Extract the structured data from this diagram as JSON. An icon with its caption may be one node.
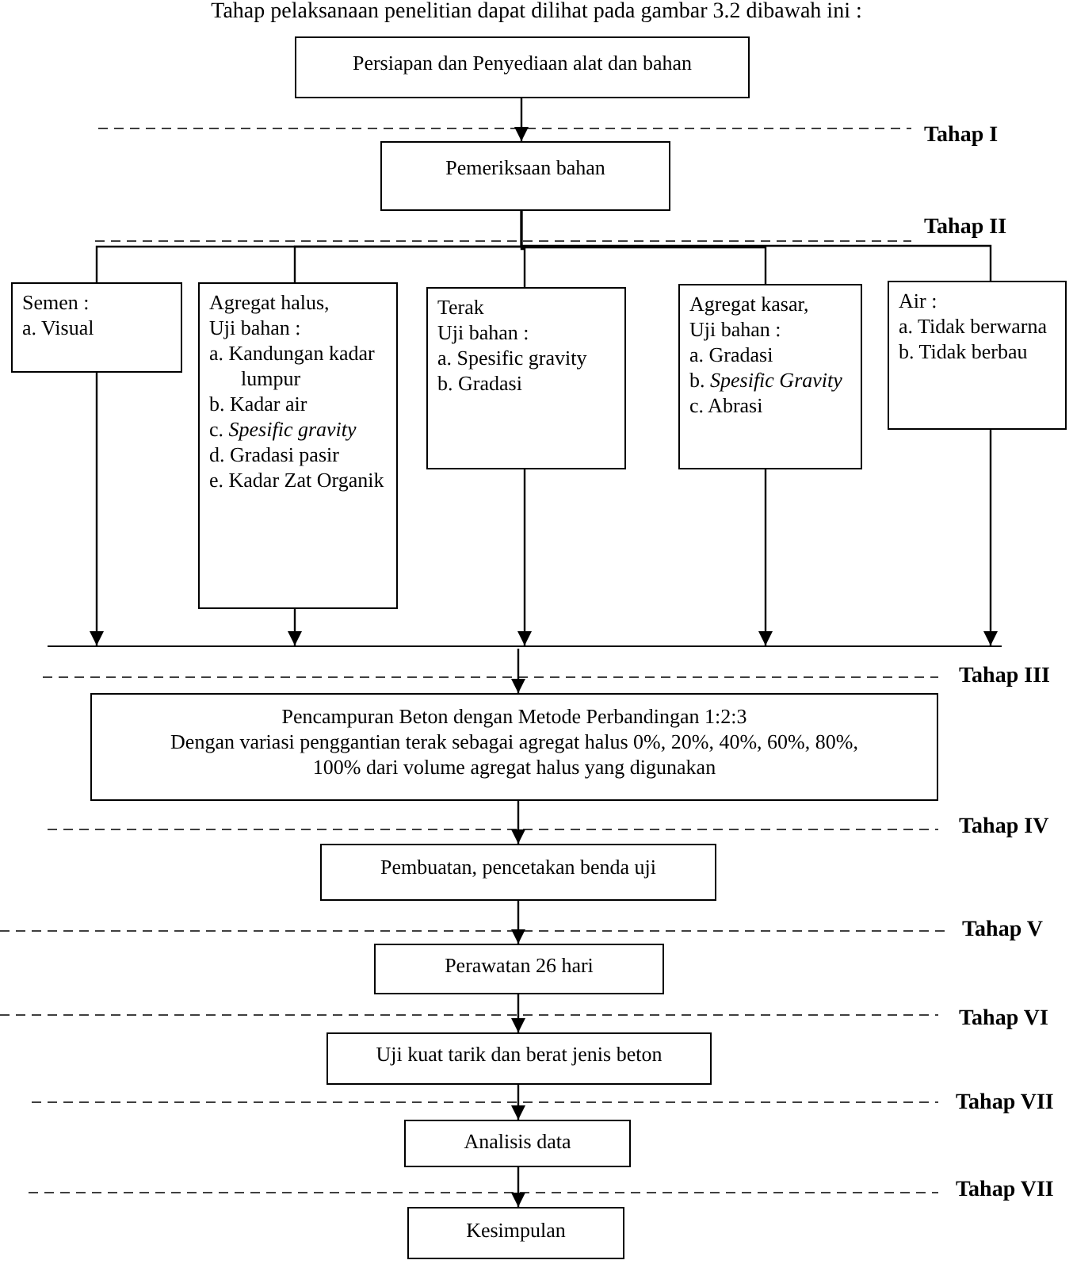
{
  "diagram": {
    "title": "Tahap pelaksanaan penelitian dapat dilihat pada gambar 3.2 dibawah ini :",
    "nodes": [
      {
        "text": [
          "Persiapan dan Penyediaan alat dan bahan"
        ]
      },
      {
        "text": [
          "Pemeriksaan bahan"
        ]
      },
      {
        "text": [
          "Semen :",
          "a. Visual"
        ]
      },
      {
        "text": [
          "Agregat halus,",
          "Uji bahan :",
          "a. Kandungan kadar lumpur",
          "b. Kadar air",
          "c. *Spesific gravity*",
          "d. Gradasi pasir",
          "e. Kadar Zat Organik"
        ]
      },
      {
        "text": [
          "Terak",
          "Uji bahan :",
          "a. Spesific gravity",
          "b. Gradasi"
        ]
      },
      {
        "text": [
          "Agregat kasar,",
          "Uji bahan :",
          "a. Gradasi",
          "b. *Spesific Gravity*",
          "c. Abrasi"
        ]
      },
      {
        "text": [
          "Air :",
          "a. Tidak berwarna",
          "b. Tidak berbau"
        ]
      },
      {
        "text": [],
        "shape": "bar"
      },
      {
        "text": [
          "Pencampuran Beton dengan Metode Perbandingan 1:2:3",
          "Dengan variasi penggantian terak sebagai agregat halus 0%, 20%, 40%, 60%, 80%, 100% dari volume agregat halus yang digunakan"
        ]
      },
      {
        "text": [
          "Pembuatan, pencetakan benda uji"
        ]
      },
      {
        "text": [
          "Perawatan 26 hari"
        ]
      },
      {
        "text": [
          "Uji kuat tarik dan berat jenis beton"
        ]
      },
      {
        "text": [
          "Analisis data"
        ]
      },
      {
        "text": [
          "Kesimpulan"
        ]
      }
    ],
    "edges": [
      {
        "from": 0,
        "to": 1,
        "arrow": "to"
      },
      {
        "from": 1,
        "to": 2,
        "arrow": "none"
      },
      {
        "from": 1,
        "to": 3,
        "arrow": "none"
      },
      {
        "from": 1,
        "to": 4,
        "arrow": "none"
      },
      {
        "from": 1,
        "to": 5,
        "arrow": "none"
      },
      {
        "from": 1,
        "to": 6,
        "arrow": "none"
      },
      {
        "from": 2,
        "to": 7,
        "arrow": "to"
      },
      {
        "from": 3,
        "to": 7,
        "arrow": "to"
      },
      {
        "from": 4,
        "to": 7,
        "arrow": "to"
      },
      {
        "from": 5,
        "to": 7,
        "arrow": "to"
      },
      {
        "from": 6,
        "to": 7,
        "arrow": "to"
      },
      {
        "from": 7,
        "to": 8,
        "arrow": "to"
      },
      {
        "from": 8,
        "to": 9,
        "arrow": "to"
      },
      {
        "from": 9,
        "to": 10,
        "arrow": "to"
      },
      {
        "from": 10,
        "to": 11,
        "arrow": "to"
      },
      {
        "from": 11,
        "to": 12,
        "arrow": "to"
      },
      {
        "from": 12,
        "to": 13,
        "arrow": "to"
      }
    ],
    "labels": [
      "Tahap I",
      "Tahap II",
      "Tahap III",
      "Tahap IV",
      "Tahap V",
      "Tahap VI",
      "Tahap VII",
      "Tahap VII"
    ]
  }
}
